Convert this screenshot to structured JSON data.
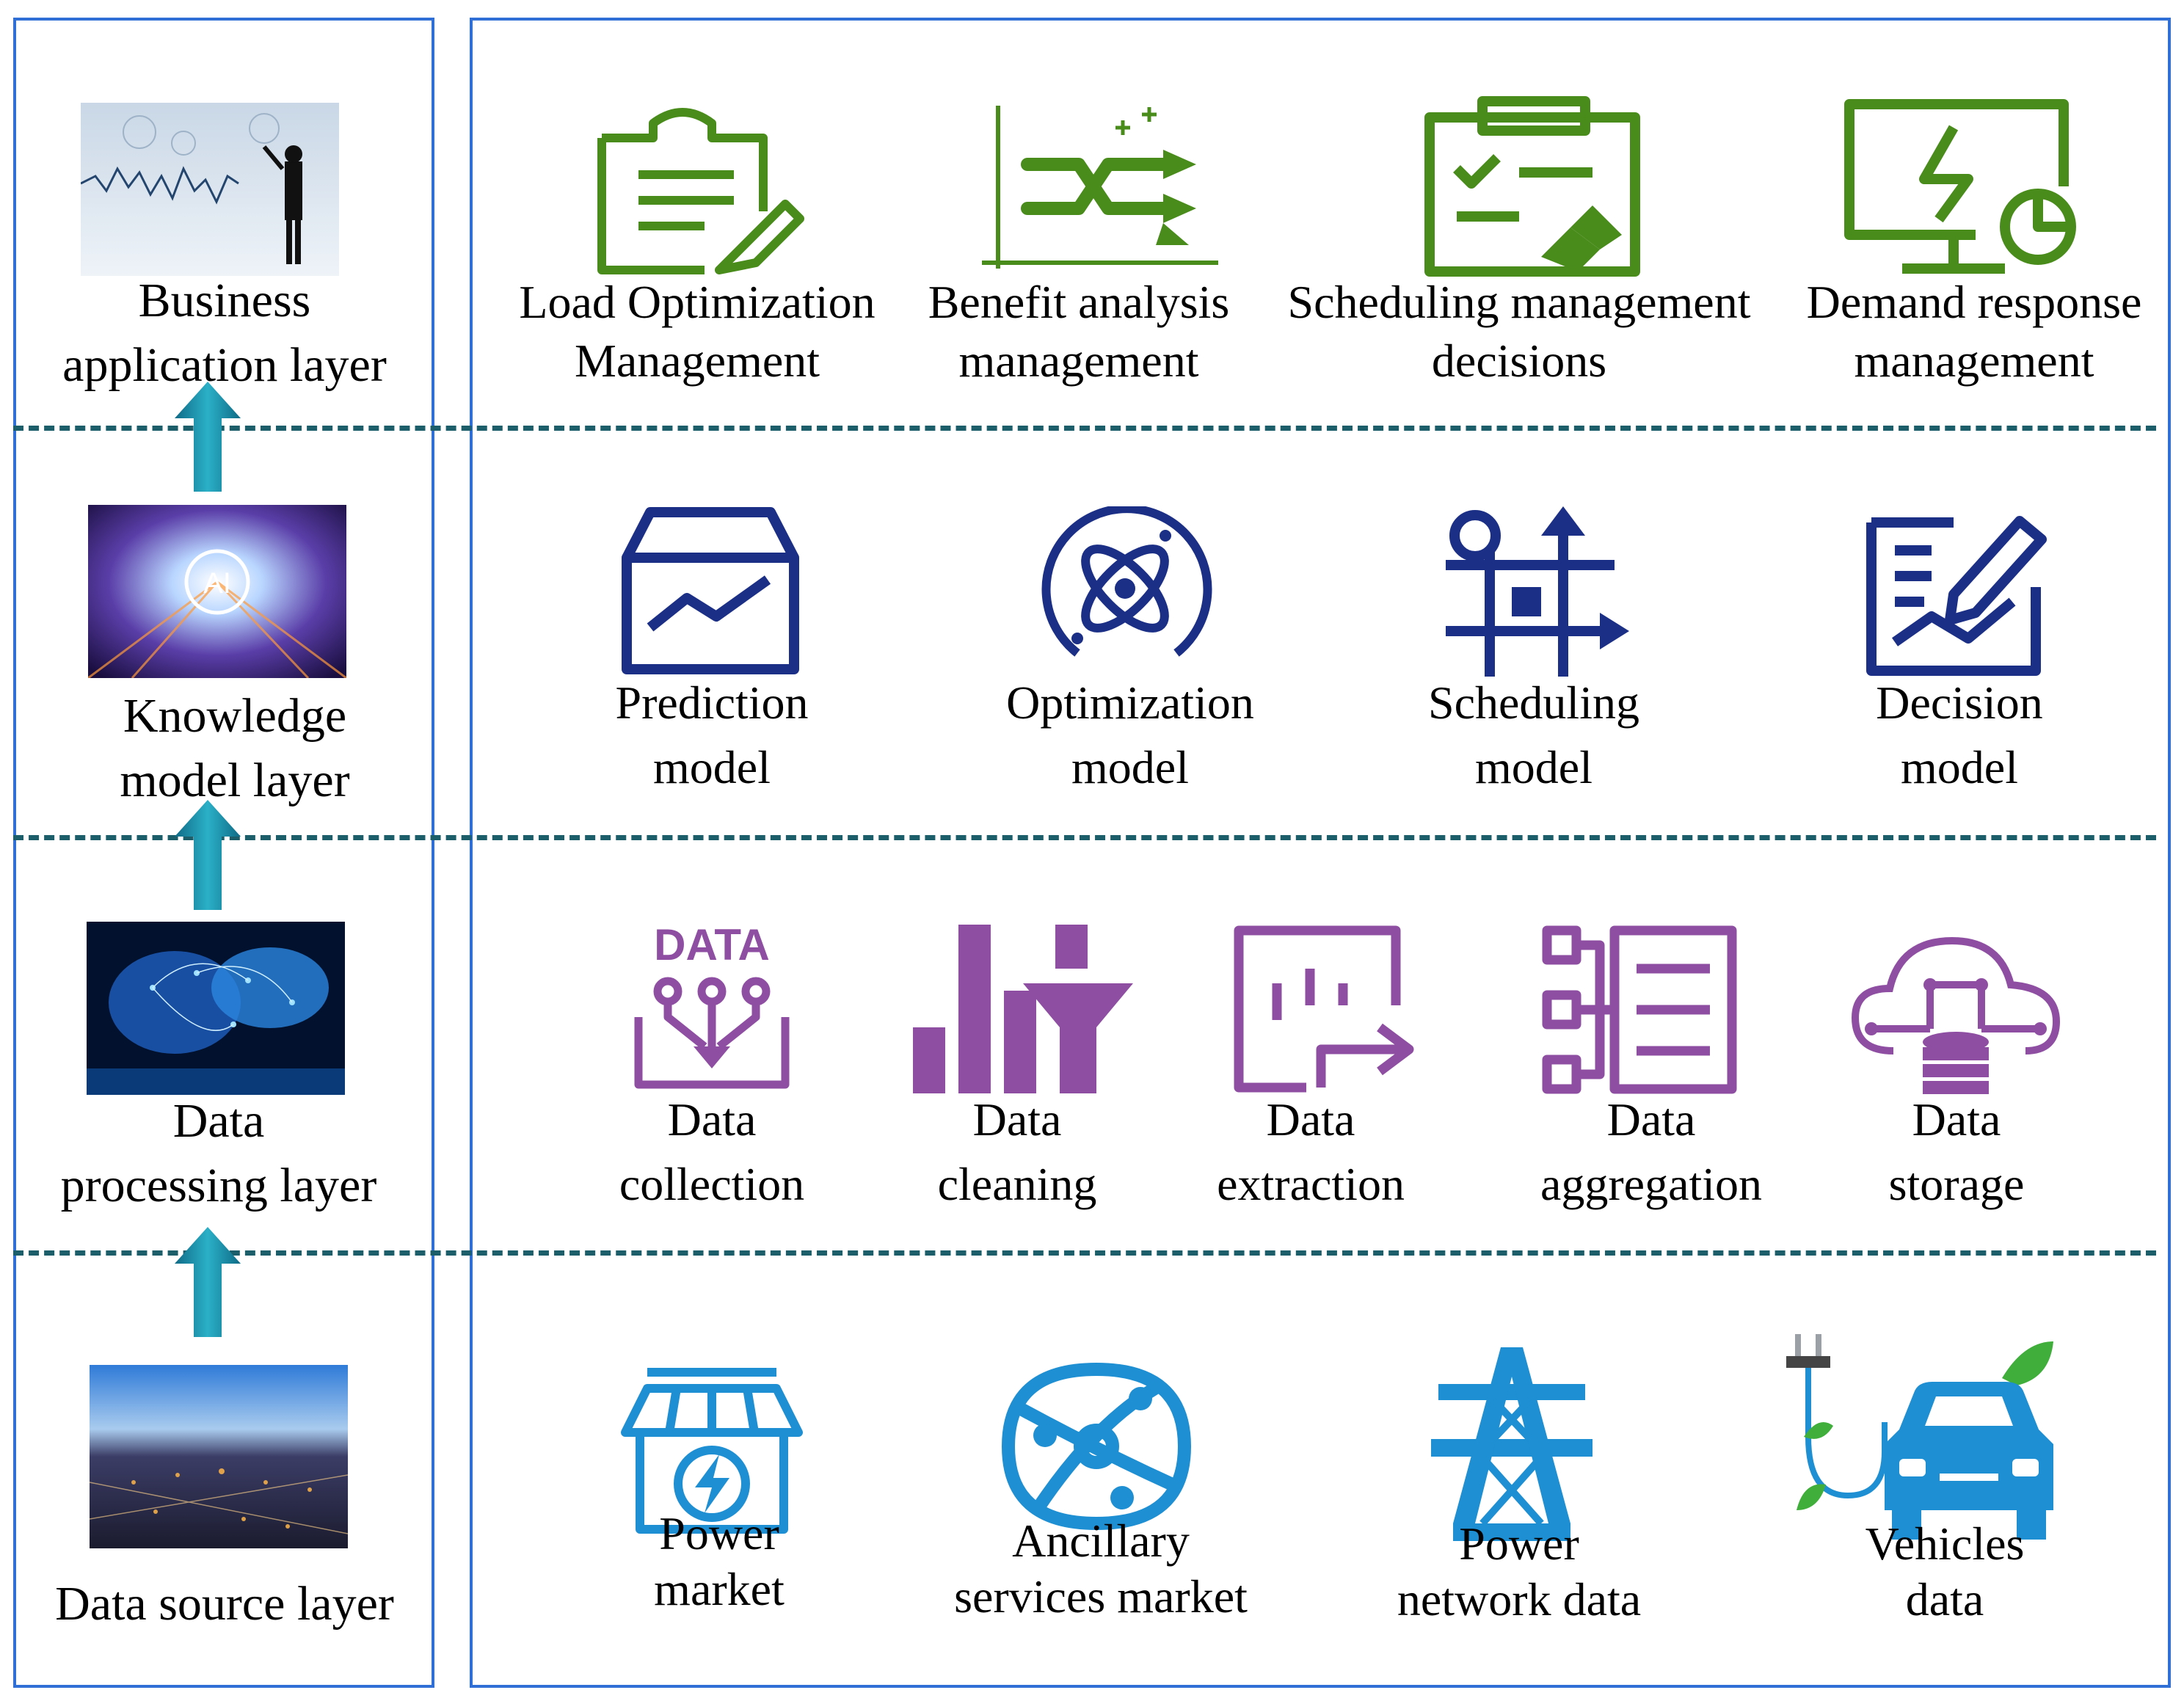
{
  "layers": [
    {
      "id": "business",
      "label": "Business application layer",
      "lines": [
        "Business",
        "application layer"
      ]
    },
    {
      "id": "knowledge",
      "label": "Knowledge model layer",
      "lines": [
        "Knowledge",
        "model layer"
      ]
    },
    {
      "id": "processing",
      "label": "Data processing layer",
      "lines": [
        "Data",
        "processing layer"
      ]
    },
    {
      "id": "source",
      "label": "Data source layer",
      "lines": [
        "Data source layer"
      ]
    }
  ],
  "business_items": [
    {
      "lines": [
        "Load Optimization",
        "Management"
      ],
      "icon": "clipboard-pencil-icon"
    },
    {
      "lines": [
        "Benefit analysis",
        "management"
      ],
      "icon": "trend-arrows-icon"
    },
    {
      "lines": [
        "Scheduling management",
        "decisions"
      ],
      "icon": "clipboard-checklist-icon"
    },
    {
      "lines": [
        "Demand response",
        "management"
      ],
      "icon": "monitor-lightning-icon"
    }
  ],
  "knowledge_items": [
    {
      "lines": [
        "Prediction",
        "model"
      ],
      "icon": "box-chart-icon"
    },
    {
      "lines": [
        "Optimization",
        "model"
      ],
      "icon": "atom-orbit-icon"
    },
    {
      "lines": [
        "Scheduling",
        "model"
      ],
      "icon": "crossroad-arrows-icon"
    },
    {
      "lines": [
        "Decision",
        "model"
      ],
      "icon": "document-pen-icon"
    }
  ],
  "processing_items": [
    {
      "lines": [
        "Data",
        "collection"
      ],
      "icon": "data-collect-icon",
      "icon_text": "DATA"
    },
    {
      "lines": [
        "Data",
        "cleaning"
      ],
      "icon": "bars-funnel-icon"
    },
    {
      "lines": [
        "Data",
        "extraction"
      ],
      "icon": "export-arrow-icon"
    },
    {
      "lines": [
        "Data",
        "aggregation"
      ],
      "icon": "aggregation-list-icon"
    },
    {
      "lines": [
        "Data",
        "storage"
      ],
      "icon": "cloud-database-icon"
    }
  ],
  "source_items": [
    {
      "lines": [
        "Power",
        "market"
      ],
      "icon": "power-store-icon"
    },
    {
      "lines": [
        "Ancillary",
        "services market"
      ],
      "icon": "network-orbit-icon"
    },
    {
      "lines": [
        "Power",
        "network data"
      ],
      "icon": "transmission-tower-icon"
    },
    {
      "lines": [
        "Vehicles",
        "data"
      ],
      "icon": "electric-car-icon"
    }
  ],
  "colors": {
    "frame": "#2f6fd6",
    "separator": "#1c5f6b",
    "arrow": "#1a8fa8",
    "business": "#4a8c1c",
    "knowledge": "#1c2f86",
    "processing": "#8e4fa2",
    "source": "#1e8fd3"
  }
}
